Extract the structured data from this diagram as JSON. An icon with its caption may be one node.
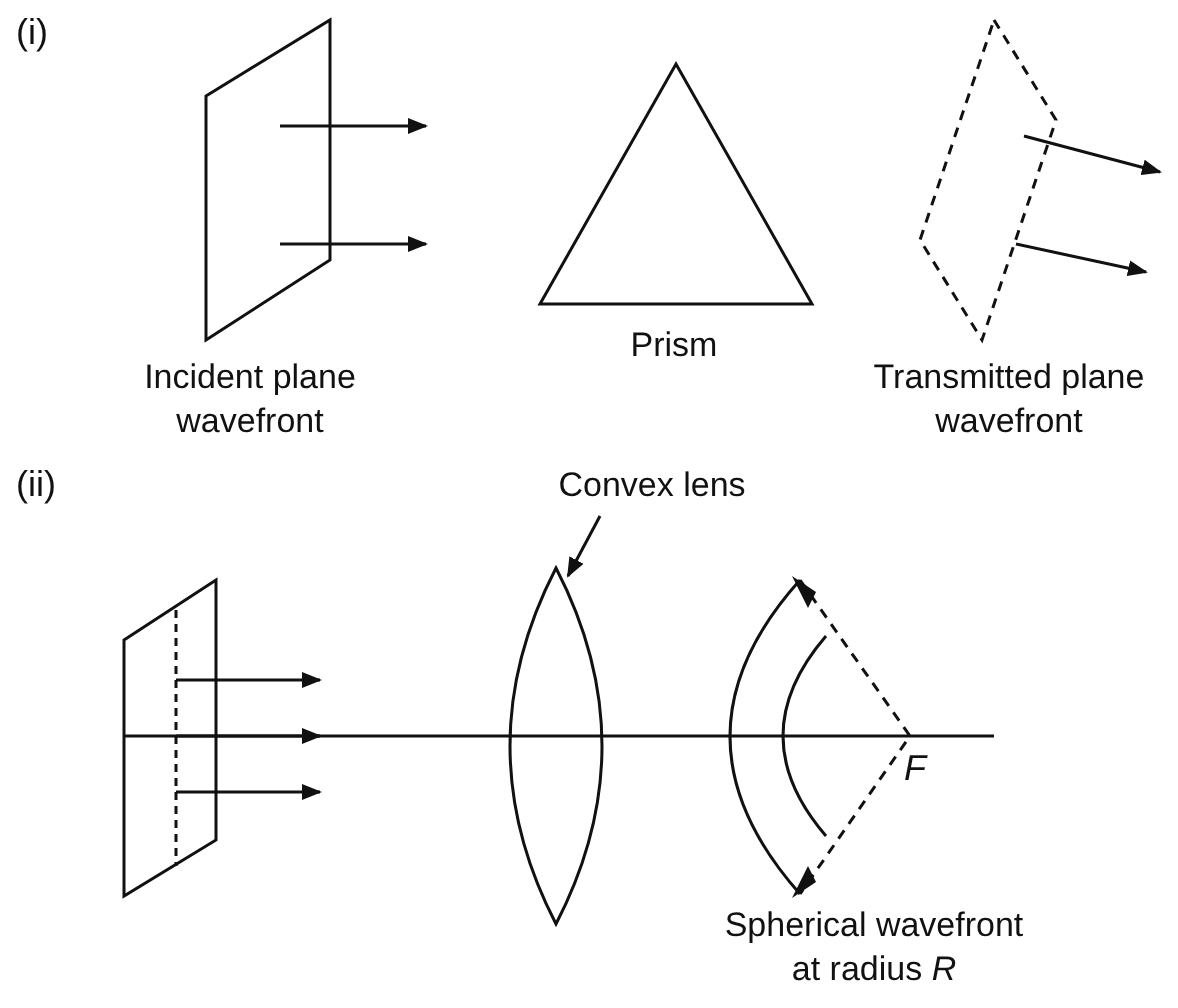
{
  "diagram": {
    "nodes": [
      {
        "text": [
          "Incident plane wavefront"
        ]
      },
      {
        "text": [
          "Prism"
        ]
      },
      {
        "text": [
          "Transmitted plane wavefront"
        ]
      },
      {
        "text": [],
        "shape": "box"
      },
      {
        "text": [
          "Convex lens"
        ]
      },
      {
        "text": [],
        "shape": "lens"
      },
      {
        "text": [
          "Spherical wavefront at radius *R*"
        ]
      }
    ],
    "edges": [
      {
        "from": 0,
        "to": null,
        "arrow": "to"
      },
      {
        "from": 0,
        "to": null,
        "arrow": "to"
      },
      {
        "from": 2,
        "to": null,
        "arrow": "to"
      },
      {
        "from": 2,
        "to": null,
        "arrow": "to"
      },
      {
        "from": 3,
        "to": null,
        "arrow": "to"
      },
      {
        "from": 3,
        "to": null,
        "arrow": "to"
      },
      {
        "from": 3,
        "to": null,
        "arrow": "to"
      },
      {
        "from": 4,
        "to": 5,
        "arrow": "to"
      }
    ],
    "labels": [
      "(i)",
      "(ii)",
      "F"
    ]
  }
}
